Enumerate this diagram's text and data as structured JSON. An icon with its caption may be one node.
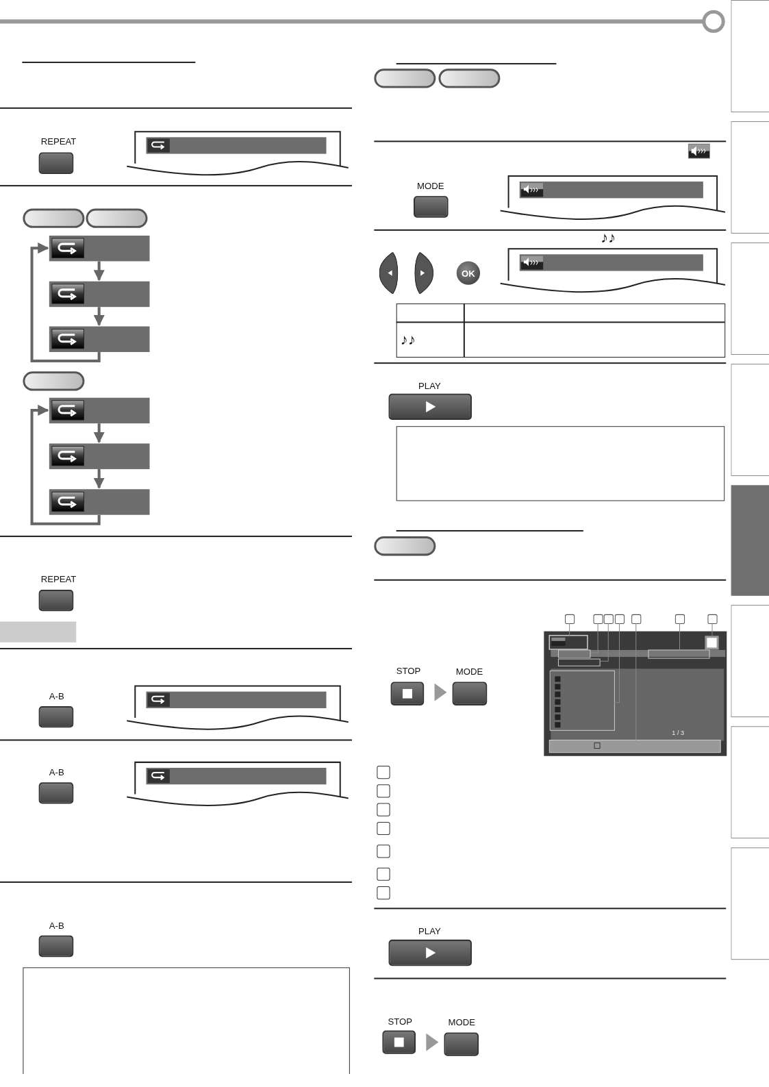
{
  "diagram": {
    "nodes": [
      {
        "text": [],
        "shape": "bar"
      },
      {
        "text": [],
        "shape": "bar"
      },
      {
        "text": [],
        "shape": "bar"
      },
      {
        "text": [],
        "shape": "bar"
      },
      {
        "text": [],
        "shape": "bar"
      },
      {
        "text": [],
        "shape": "bar"
      },
      {
        "text": [],
        "shape": "pill"
      },
      {
        "text": [],
        "shape": "pill"
      },
      {
        "text": [],
        "shape": "pill"
      },
      {
        "text": [],
        "shape": "pill"
      },
      {
        "text": [],
        "shape": "pill"
      },
      {
        "text": [],
        "shape": "pill"
      },
      {
        "text": [],
        "shape": "bar"
      },
      {
        "text": [],
        "shape": "box"
      },
      {
        "text": [],
        "shape": "box"
      },
      {
        "text": [],
        "shape": "box"
      },
      {
        "text": [],
        "shape": "box"
      },
      {
        "text": [],
        "shape": "box"
      },
      {
        "text": [],
        "shape": "box"
      },
      {
        "text": [],
        "shape": "box"
      },
      {
        "text": [],
        "shape": "box"
      },
      {
        "text": [],
        "shape": "box"
      }
    ],
    "edges": [
      {
        "from": 0,
        "to": 1,
        "arrow": "to"
      },
      {
        "from": 1,
        "to": 2,
        "arrow": "to"
      },
      {
        "from": 2,
        "to": 0,
        "arrow": "to"
      },
      {
        "from": 3,
        "to": 4,
        "arrow": "to"
      },
      {
        "from": 4,
        "to": 5,
        "arrow": "to"
      },
      {
        "from": 5,
        "to": 3,
        "arrow": "to"
      }
    ],
    "labels": [
      "REPEAT",
      "REPEAT",
      "A-B",
      "A-B",
      "A-B",
      "MODE",
      "♪♪",
      "OK",
      "♪♪",
      "PLAY",
      "STOP",
      "MODE",
      "1 / 3",
      "PLAY",
      "STOP",
      "MODE"
    ]
  }
}
